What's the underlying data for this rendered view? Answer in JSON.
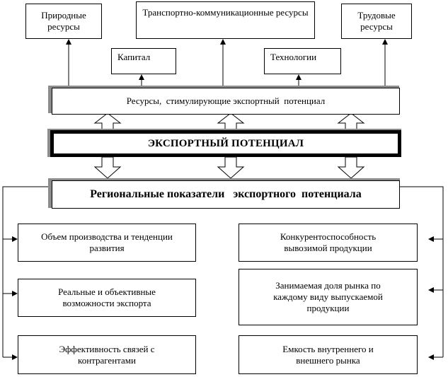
{
  "resources_top": {
    "natural": "Природные ресурсы",
    "transport": "Транспортно-коммуникационные ресурсы",
    "labor": "Трудовые ресурсы",
    "capital": "Капитал",
    "technology": "Технологии"
  },
  "stimulating_resources": "Ресурсы,  стимулирующие экспортный  потенциал",
  "export_potential": "ЭКСПОРТНЫЙ ПОТЕНЦИАЛ",
  "regional_indicators": "Региональные показатели   экспортного  потенциала",
  "left_indicators": [
    "Объем производства и тенденции развития",
    "Реальные и объективные возможности экспорта",
    "Эффективность связей с контрагентами"
  ],
  "right_indicators": [
    "Конкурентоспособность вывозимой продукции",
    "Занимаемая доля рынка по каждому виду выпускаемой продукции",
    "Емкость внутреннего и внешнего рынка"
  ]
}
